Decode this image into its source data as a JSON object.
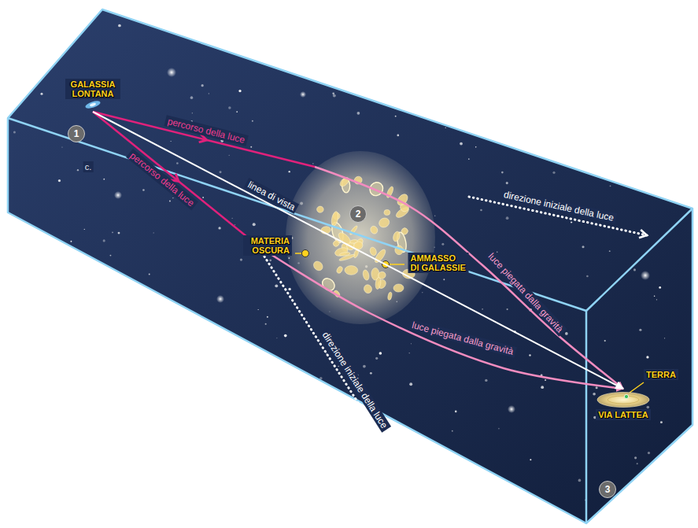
{
  "diagram": {
    "nodes": [
      {
        "text": [
          "GALASSIA LONTANA"
        ]
      },
      {
        "text": [
          "VIA LATTEA"
        ]
      }
    ],
    "edges": [
      {
        "from": 0,
        "to": 1,
        "arrow": "to",
        "label": "percorso della luce"
      },
      {
        "from": 0,
        "to": 1,
        "arrow": "to",
        "label": "percorso della luce"
      },
      {
        "from": 0,
        "to": 1,
        "arrow": "to",
        "label": "linea di vista"
      }
    ],
    "labels": [
      "c.",
      "1",
      "2",
      "MATERIA OSCURA",
      "AMMASSO DI GALASSIE",
      "direzione iniziale della luce",
      "luce piegata dalla gravità",
      "direzione iniziale della luce",
      "luce piegata dalla gravità",
      "TERRA",
      "3"
    ]
  }
}
